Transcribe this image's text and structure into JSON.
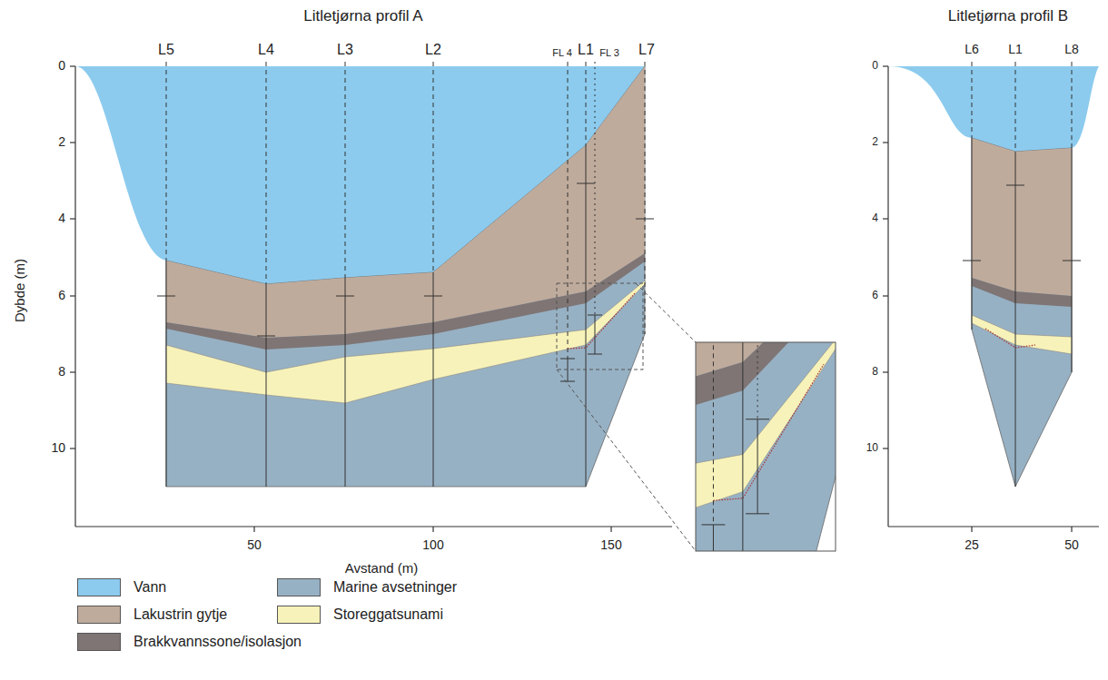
{
  "diagram": {
    "labels": [
      "Litletjørna profil A",
      "L5",
      "L4",
      "L3",
      "L2",
      "FL 4",
      "L1",
      "FL 3",
      "L7",
      "0",
      "2",
      "4",
      "6",
      "8",
      "10",
      "Dybde (m)",
      "50",
      "100",
      "150",
      "Avstand (m)",
      "Litletjørna profil B",
      "L6",
      "L1",
      "L8",
      "0",
      "2",
      "4",
      "6",
      "8",
      "10",
      "25",
      "50"
    ],
    "legend": [
      {
        "text": "Vann",
        "color": "#8ccbee"
      },
      {
        "text": "Lakustrin gytje",
        "color": "#bfab9c"
      },
      {
        "text": "Brakkvannssone/isolasjon",
        "color": "#7e7574"
      },
      {
        "text": "Marine avsetninger",
        "color": "#97b1c4"
      },
      {
        "text": "Storeggatsunami",
        "color": "#f7f2b9"
      }
    ]
  }
}
